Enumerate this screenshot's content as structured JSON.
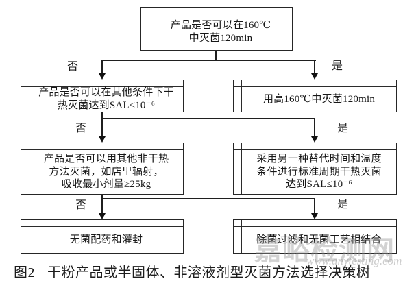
{
  "page": {
    "background": "#ffffff",
    "line_color": "#262626",
    "text_color": "#171717",
    "watermark_color": "#949494"
  },
  "caption": {
    "tag": "图2",
    "text": "干粉产品或半固体、非溶液剂型灭菌方法选择决策树"
  },
  "watermark": {
    "name": "嘉峪检测网",
    "site": "www.anytesting.com"
  },
  "branch_labels": {
    "no": "否",
    "yes": "是"
  },
  "nodes": {
    "q1": {
      "lines": [
        "产品是否可以在160℃",
        "中灭菌120min"
      ]
    },
    "q2": {
      "lines": [
        "产品是否可以在其他条件下干",
        "热灭菌达到SAL≤10⁻⁶"
      ]
    },
    "a1": {
      "lines": [
        "用高160℃中灭菌120min"
      ]
    },
    "q3": {
      "lines": [
        "产品是否可以用其他非干热",
        "方法灭菌，如店里辐射，",
        "吸收最小剂量≥25kg"
      ]
    },
    "a2": {
      "lines": [
        "采用另一种替代时间和温度",
        "条件进行标准周期干热灭菌",
        "达到SAL≤10⁻⁶"
      ]
    },
    "a3": {
      "lines": [
        "无菌配药和灌封"
      ]
    },
    "a4": {
      "lines": [
        "除菌过滤和无菌工艺相结合"
      ]
    }
  }
}
